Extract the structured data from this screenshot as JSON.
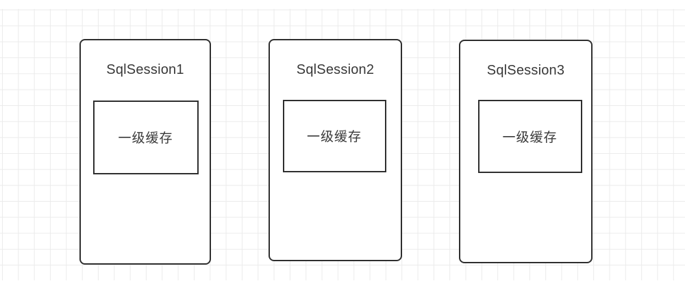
{
  "diagram": {
    "boxes": [
      {
        "title": "SqlSession1",
        "cache_label": "一级缓存"
      },
      {
        "title": "SqlSession2",
        "cache_label": "一级缓存"
      },
      {
        "title": "SqlSession3",
        "cache_label": "一级缓存"
      }
    ],
    "colors": {
      "border": "#2e2e2e",
      "text": "#383838",
      "grid_line": "#ebebeb",
      "background": "#ffffff"
    }
  }
}
